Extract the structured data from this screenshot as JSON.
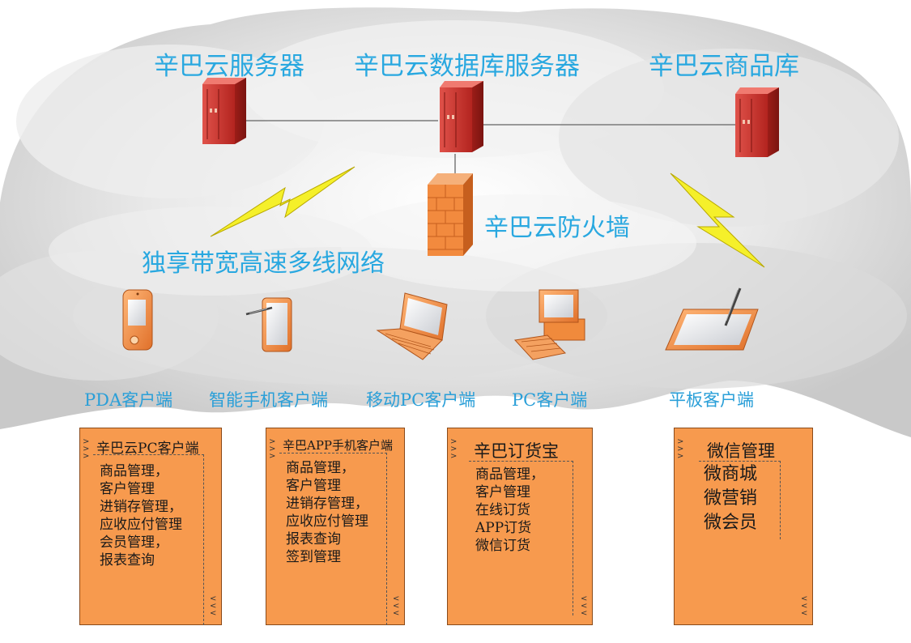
{
  "servers": {
    "server": "辛巴云服务器",
    "db_server": "辛巴云数据库服务器",
    "product_lib": "辛巴云商品库"
  },
  "firewall": "辛巴云防火墙",
  "network": "独享带宽高速多线网络",
  "devices": {
    "pda": "PDA客户端",
    "phone": "智能手机客户端",
    "mobile_pc": "移动PC客户端",
    "pc": "PC客户端",
    "tablet": "平板客户端"
  },
  "cards": [
    {
      "title": "辛巴云PC客户端",
      "items": [
        "商品管理，",
        "客户管理",
        "进销存管理，",
        "应收应付管理",
        "会员管理，",
        "报表查询"
      ]
    },
    {
      "title": "辛巴APP手机客户端",
      "items": [
        "商品管理，",
        "客户管理",
        "进销存管理，",
        "应收应付管理",
        "报表查询",
        "签到管理"
      ]
    },
    {
      "title": "辛巴订货宝",
      "items": [
        "商品管理，",
        "客户管理",
        "在线订货",
        "APP订货",
        "微信订货"
      ]
    },
    {
      "title": "微信管理",
      "items": [
        "微商城",
        "微营销",
        "微会员"
      ]
    }
  ],
  "colors": {
    "label_blue": "#29a8e0",
    "card_orange": "#f79a4e",
    "server_red": "#c8302a",
    "device_orange": "#f08a3c",
    "lightning_yellow": "#f5f02a"
  }
}
